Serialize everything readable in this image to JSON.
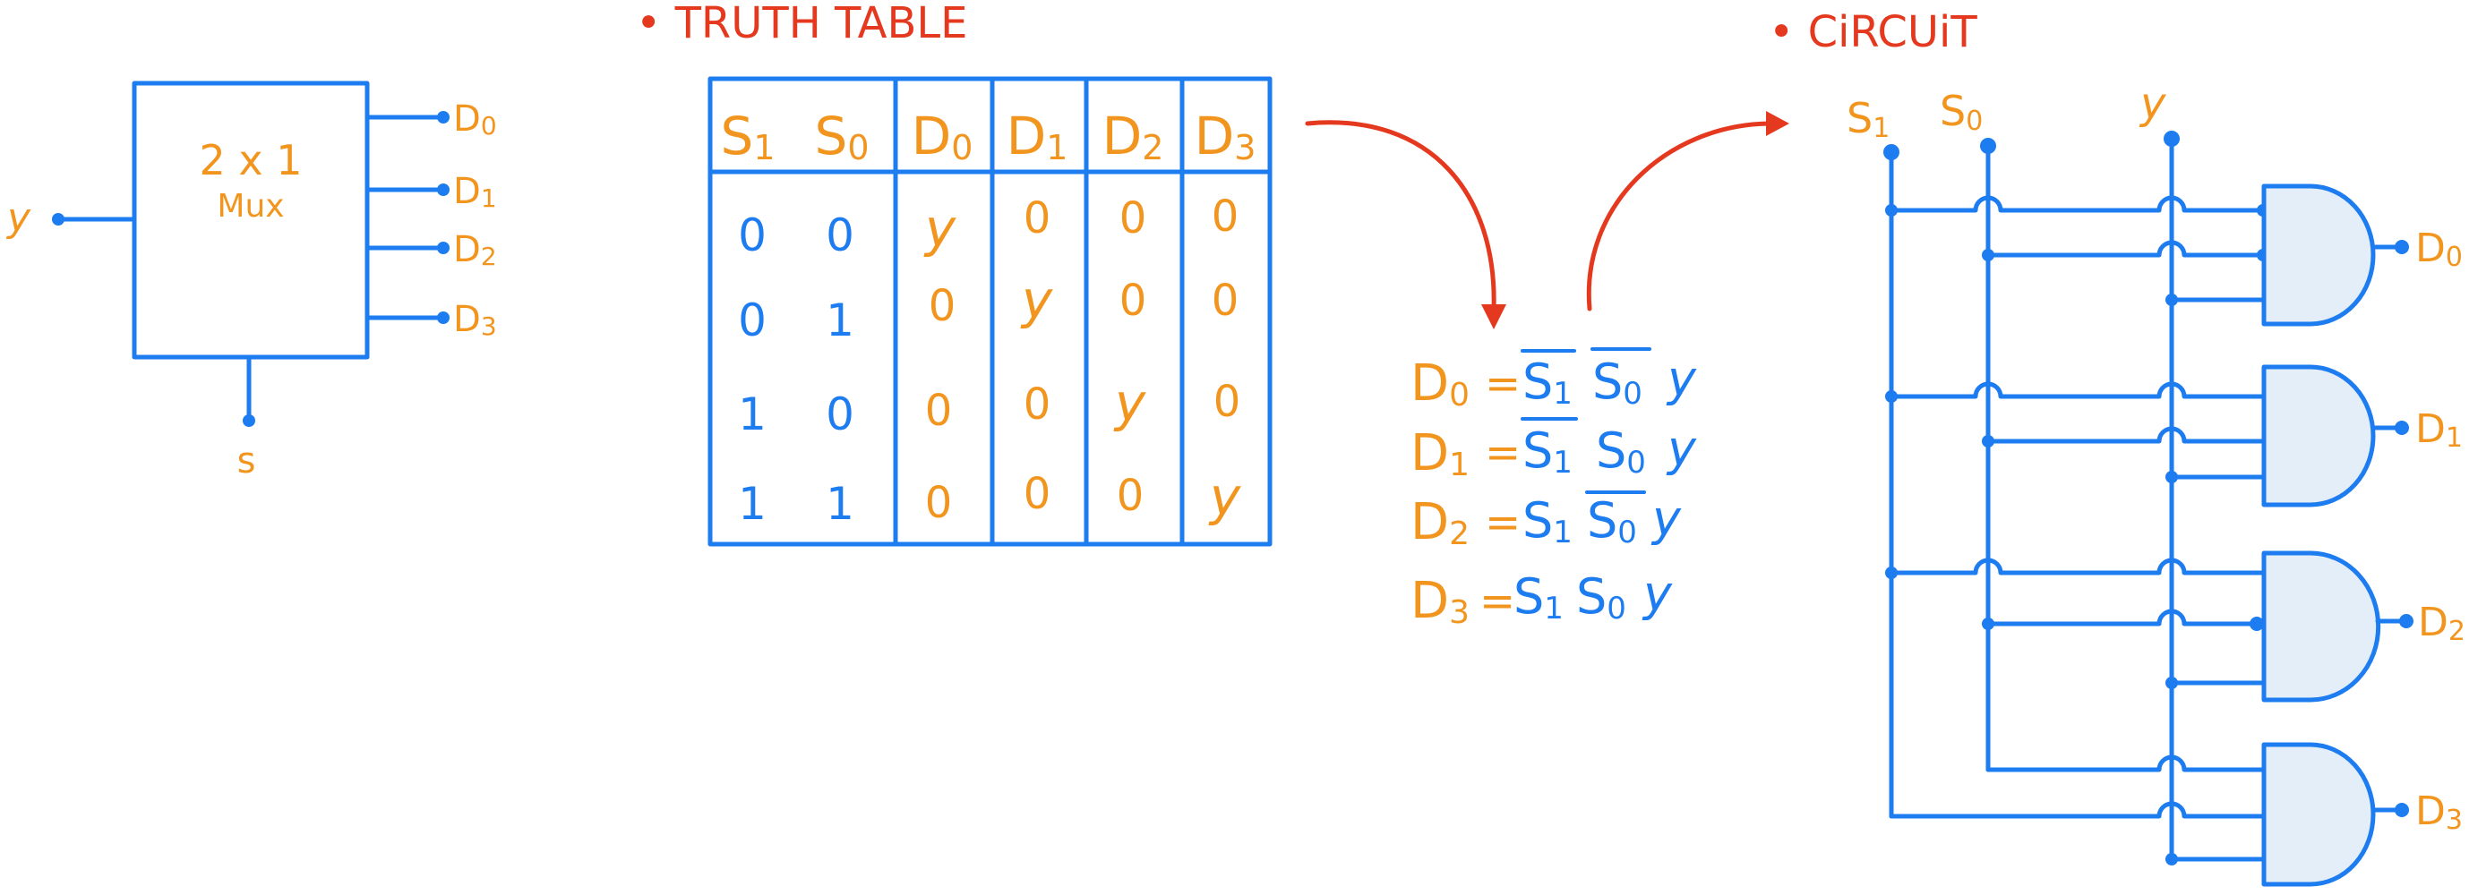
{
  "colors": {
    "orange": "#f2951e",
    "blue": "#1c7cf0",
    "red": "#e5391f",
    "gate_fill": "#e4eef9"
  },
  "block": {
    "title_line1": "2 x 1",
    "title_line2": "Mux",
    "input": "y",
    "select": "s",
    "outputs": [
      "D",
      "D",
      "D",
      "D"
    ],
    "output_subs": [
      "0",
      "1",
      "2",
      "3"
    ]
  },
  "truth_table": {
    "heading": "• TRUTH TABLE",
    "columns": [
      {
        "main": "S",
        "sub": "1"
      },
      {
        "main": "S",
        "sub": "0"
      },
      {
        "main": "D",
        "sub": "0"
      },
      {
        "main": "D",
        "sub": "1"
      },
      {
        "main": "D",
        "sub": "2"
      },
      {
        "main": "D",
        "sub": "3"
      }
    ],
    "rows": [
      [
        "0",
        "0",
        "y",
        "0",
        "0",
        "0"
      ],
      [
        "0",
        "1",
        "0",
        "y",
        "0",
        "0"
      ],
      [
        "1",
        "0",
        "0",
        "0",
        "y",
        "0"
      ],
      [
        "1",
        "1",
        "0",
        "0",
        "0",
        "y"
      ]
    ]
  },
  "equations": [
    {
      "out": "D",
      "out_sub": "0",
      "eq": "=",
      "t1": "S",
      "t1_sub": "1",
      "t2": "S",
      "t2_sub": "0",
      "t3": "y"
    },
    {
      "out": "D",
      "out_sub": "1",
      "eq": "=",
      "t1": "S",
      "t1_sub": "1",
      "t2": "S",
      "t2_sub": "0",
      "t3": "y"
    },
    {
      "out": "D",
      "out_sub": "2",
      "eq": "=",
      "t1": "S",
      "t1_sub": "1",
      "t2": "S",
      "t2_sub": "0",
      "t3": "y"
    },
    {
      "out": "D",
      "out_sub": "3",
      "eq": "=",
      "t1": "S",
      "t1_sub": "1",
      "t2": "S",
      "t2_sub": "0",
      "t3": "y"
    }
  ],
  "circuit": {
    "heading": "• CiRCUiT",
    "inputs": [
      {
        "main": "S",
        "sub": "1"
      },
      {
        "main": "S",
        "sub": "0"
      },
      {
        "main": "y",
        "sub": ""
      }
    ],
    "outputs": [
      {
        "main": "D",
        "sub": "0"
      },
      {
        "main": "D",
        "sub": "1"
      },
      {
        "main": "D",
        "sub": "2"
      },
      {
        "main": "D",
        "sub": "3"
      }
    ]
  }
}
